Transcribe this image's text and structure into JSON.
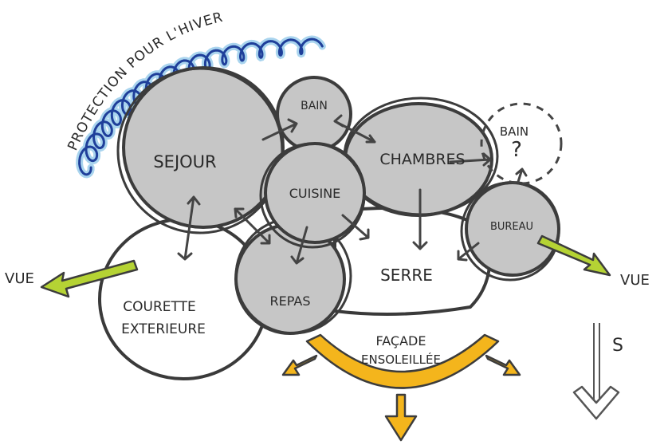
{
  "labels": {
    "protection": "PROTECTION POUR L'HIVER",
    "sejour": "SEJOUR",
    "bain1": "BAIN",
    "cuisine": "CUISINE",
    "chambres": "CHAMBRES",
    "bain2": "BAIN",
    "bain2_question": "?",
    "bureau": "BUREAU",
    "serre": "SERRE",
    "repas": "REPAS",
    "courette_line1": "COURETTE",
    "courette_line2": "EXTERIEURE",
    "facade_line1": "FAÇADE",
    "facade_line2": "ENSOLEILLÉE",
    "vue_left": "VUE",
    "vue_right": "VUE",
    "south": "S"
  },
  "colors": {
    "room_fill": "#c6c6c6",
    "winter_protection": "#1f3f9a",
    "winter_protection_light": "#a9d4ee",
    "view_arrow": "#b5d334",
    "sun_arrow": "#f4b51c"
  }
}
